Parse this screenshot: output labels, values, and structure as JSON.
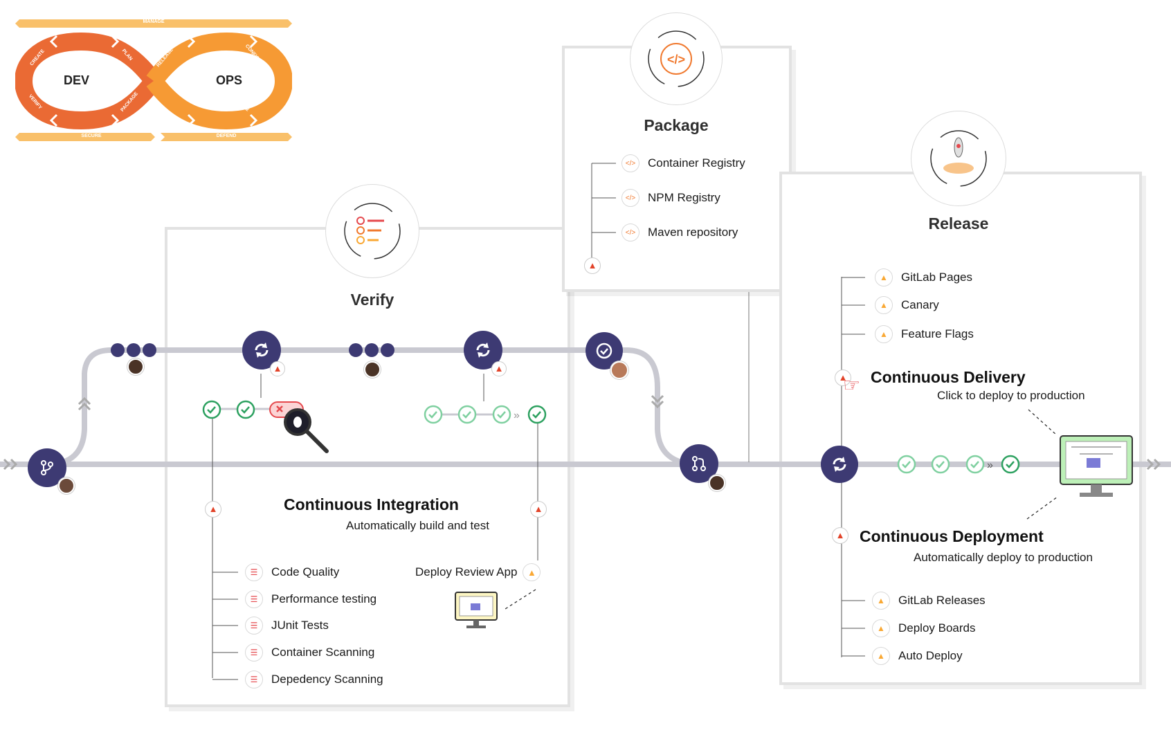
{
  "devops_loop": {
    "left_label": "DEV",
    "right_label": "OPS",
    "stages": [
      "CREATE",
      "PLAN",
      "VERIFY",
      "PACKAGE",
      "RELEASE",
      "CONFIGURE",
      "MONITOR"
    ],
    "bar_top": "MANAGE",
    "bar_bottom_left": "SECURE",
    "bar_bottom_right": "DEFEND"
  },
  "verify": {
    "title": "Verify",
    "ci_heading": "Continuous Integration",
    "ci_subheading": "Automatically build and test",
    "items": [
      "Code Quality",
      "Performance testing",
      "JUnit Tests",
      "Container Scanning",
      "Depedency Scanning"
    ],
    "review_app": "Deploy Review App"
  },
  "package": {
    "title": "Package",
    "items": [
      "Container Registry",
      "NPM Registry",
      "Maven repository"
    ]
  },
  "release": {
    "title": "Release",
    "items_top": [
      "GitLab Pages",
      "Canary",
      "Feature Flags"
    ],
    "cd_heading": "Continuous Delivery",
    "cd_subheading": "Click to deploy to production",
    "deploy_heading": "Continuous Deployment",
    "deploy_subheading": "Automatically deploy to production",
    "items_bottom": [
      "GitLab Releases",
      "Deploy Boards",
      "Auto Deploy"
    ]
  },
  "colors": {
    "track": "#c9c9d1",
    "node": "#3d3a73",
    "check": "#2da160",
    "check_light": "#7fd0a0",
    "fail": "#e5484d",
    "orange": "#f0782d",
    "amber": "#f9a834"
  }
}
